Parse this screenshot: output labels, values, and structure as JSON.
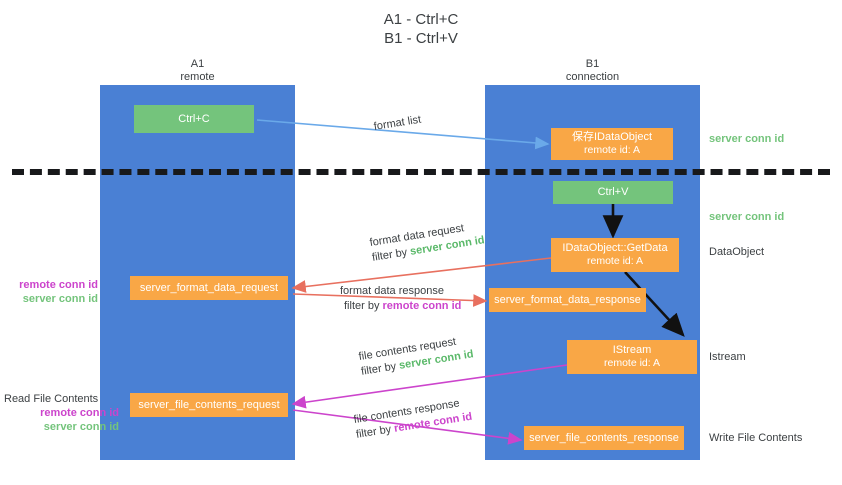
{
  "title": {
    "line1": "A1 - Ctrl+C",
    "line2": "B1 - Ctrl+V"
  },
  "lanes": [
    {
      "id": "A1",
      "name": "A1",
      "role": "remote"
    },
    {
      "id": "B1",
      "name": "B1",
      "role": "connection"
    }
  ],
  "colors": {
    "lane": "#4a80d4",
    "orange": "#f9a746",
    "green": "#74c47c",
    "server_conn": "#74c47c",
    "remote_conn": "#cc44cc",
    "divider": "#18191b",
    "arrow_blue": "#6aa9e9",
    "arrow_red": "#e8705f",
    "arrow_magenta": "#cc44cc",
    "arrow_black": "#111111",
    "text": "#3c4043"
  },
  "nodes": {
    "ctrl_c": {
      "label": "Ctrl+C"
    },
    "save_idataobject": {
      "line1": "保存IDataObject",
      "line2": "remote id: A"
    },
    "ctrl_v": {
      "label": "Ctrl+V"
    },
    "getdata": {
      "line1": "IDataObject::GetData",
      "line2": "remote id: A"
    },
    "istream": {
      "line1": "IStream",
      "line2": "remote id: A"
    },
    "server_format_data_request": {
      "label": "server_format_data_request"
    },
    "server_format_data_response": {
      "label": "server_format_data_response"
    },
    "server_file_contents_request": {
      "label": "server_file_contents_request"
    },
    "server_file_contents_response": {
      "label": "server_file_contents_response"
    }
  },
  "edges": {
    "format_list": {
      "label": "format list"
    },
    "format_data_request": {
      "line1": "format data request",
      "filter_prefix": "filter by ",
      "filter_key": "server conn id"
    },
    "format_data_response": {
      "line1": "format data response",
      "filter_prefix": "filter by ",
      "filter_key": "remote conn id"
    },
    "file_contents_request": {
      "line1": "file contents request",
      "filter_prefix": "filter by ",
      "filter_key": "server conn id"
    },
    "file_contents_response": {
      "line1": "file contents response",
      "filter_prefix": "filter by ",
      "filter_key": "remote conn id"
    }
  },
  "right_labels": [
    {
      "text": "server conn id",
      "kind": "server"
    },
    {
      "text": "server conn id",
      "kind": "server"
    },
    {
      "text": "DataObject",
      "kind": "plain"
    },
    {
      "text": "Istream",
      "kind": "plain"
    },
    {
      "text": "Write File Contents",
      "kind": "plain"
    }
  ],
  "left_labels": {
    "group1": {
      "remote": "remote conn id",
      "server": "server conn id"
    },
    "group2": {
      "heading": "Read File Contents",
      "remote": "remote conn id",
      "server": "server conn id"
    }
  }
}
